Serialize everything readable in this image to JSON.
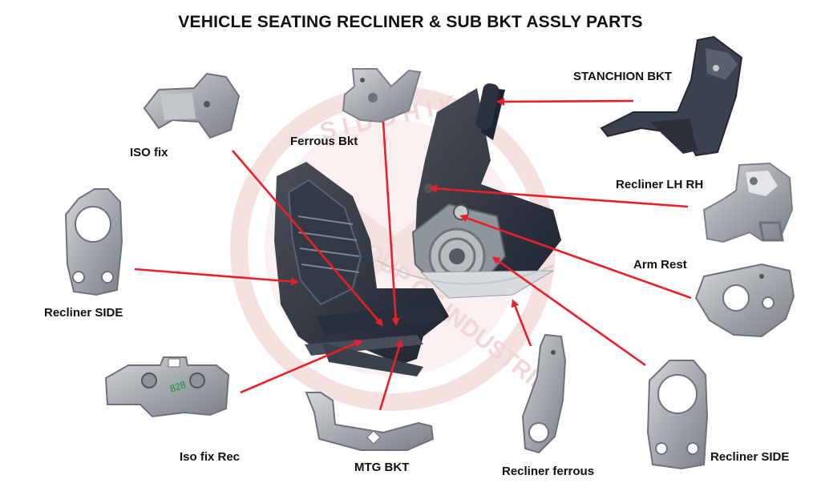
{
  "title": "VEHICLE SEATING RECLINER & SUB BKT ASSLY PARTS",
  "watermark": {
    "text_top": "S I D D H I K A",
    "text_bottom": "GROUP OF INDUSTRIES",
    "color": "#e7b8b8"
  },
  "part_stamp": "828",
  "colors": {
    "arrow": "#e8202a",
    "metal": "#a9adb3",
    "metal_dark": "#6e7379",
    "frame": "#1e2430"
  },
  "labels": {
    "stanchion_bkt": "STANCHION BKT",
    "iso_fix": "ISO fix",
    "ferrous_bkt": "Ferrous Bkt",
    "recliner_lh_rh": "Recliner LH RH",
    "arm_rest": "Arm Rest",
    "recliner_side_left": "Recliner SIDE",
    "iso_fix_rec": "Iso fix Rec",
    "mtg_bkt": "MTG BKT",
    "recliner_ferrous": "Recliner ferrous",
    "recliner_side_right": "Recliner SIDE"
  }
}
